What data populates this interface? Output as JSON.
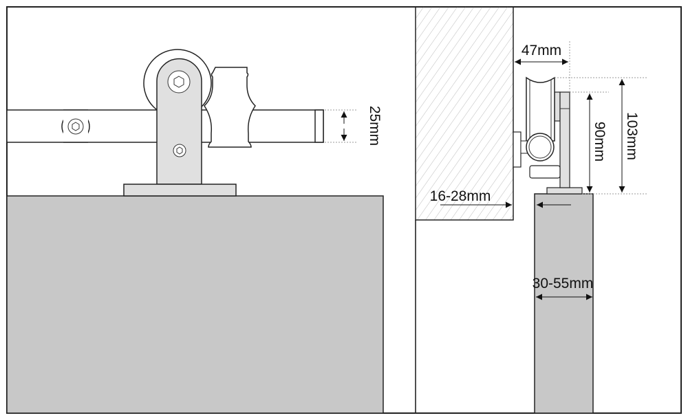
{
  "dimensions": {
    "rail_diameter": "25mm",
    "wall_offset": "47mm",
    "hanger_height": "90mm",
    "total_height": "103mm",
    "wall_door_gap": "16-28mm",
    "door_thickness": "30-55mm"
  },
  "colors": {
    "door_fill": "#c8c8c8",
    "part_fill": "#e0e0e0",
    "outline": "#222222"
  }
}
